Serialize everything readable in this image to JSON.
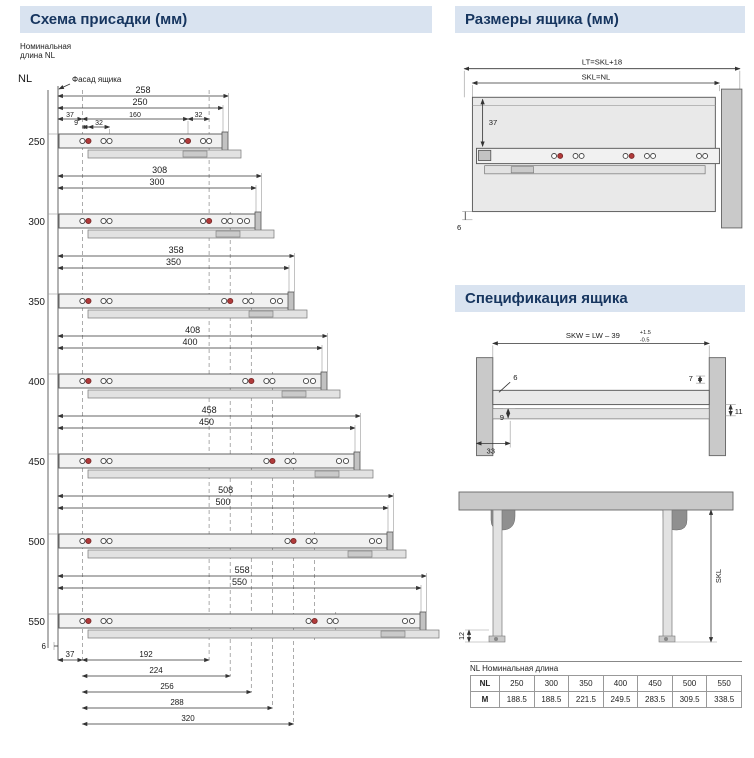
{
  "colors": {
    "header_bg": "#d9e3f0",
    "header_text": "#16355f",
    "hole_accent": "#b23b3b",
    "panel_gray": "#c9c9c9",
    "rail_gray": "#f1f1f1",
    "line": "#444444"
  },
  "left": {
    "title": "Схема присадки (мм)",
    "nominal_line1": "Номинальная",
    "nominal_line2": "длина NL",
    "nl_axis_label": "NL",
    "facade_label": "Фасад ящика",
    "top_dims": {
      "d37": "37",
      "d9": "9",
      "d32a": "32",
      "d160": "160",
      "d32b": "32"
    },
    "rows": [
      {
        "nl": "250",
        "outer": "258",
        "inner": "250"
      },
      {
        "nl": "300",
        "outer": "308",
        "inner": "300"
      },
      {
        "nl": "350",
        "outer": "358",
        "inner": "350"
      },
      {
        "nl": "400",
        "outer": "408",
        "inner": "400"
      },
      {
        "nl": "450",
        "outer": "458",
        "inner": "450"
      },
      {
        "nl": "500",
        "outer": "508",
        "inner": "500"
      },
      {
        "nl": "550",
        "outer": "558",
        "inner": "550"
      }
    ],
    "bottom_dims": {
      "d6": "6",
      "d37": "37",
      "d192": "192",
      "d224": "224",
      "d256": "256",
      "d288": "288",
      "d320": "320"
    }
  },
  "right": {
    "sizes_title": "Размеры ящика (мм)",
    "sizes_dims": {
      "lt": "LT=SKL+18",
      "skl": "SKL=NL",
      "d37": "37",
      "d6": "6"
    },
    "spec_title": "Спецификация ящика",
    "spec_dims": {
      "skw": "SKW = LW – 39",
      "tol_plus": "+1.5",
      "tol_minus": "-0.5",
      "d6": "6",
      "d7": "7",
      "d11": "11",
      "d9": "9",
      "d33": "33"
    },
    "front_dims": {
      "skl": "SKL",
      "d12": "12"
    },
    "table": {
      "caption": "NL Номинальная длина",
      "row1_label": "NL",
      "row2_label": "M",
      "row1": [
        "250",
        "300",
        "350",
        "400",
        "450",
        "500",
        "550"
      ],
      "row2": [
        "188.5",
        "188.5",
        "221.5",
        "249.5",
        "283.5",
        "309.5",
        "338.5"
      ]
    }
  }
}
